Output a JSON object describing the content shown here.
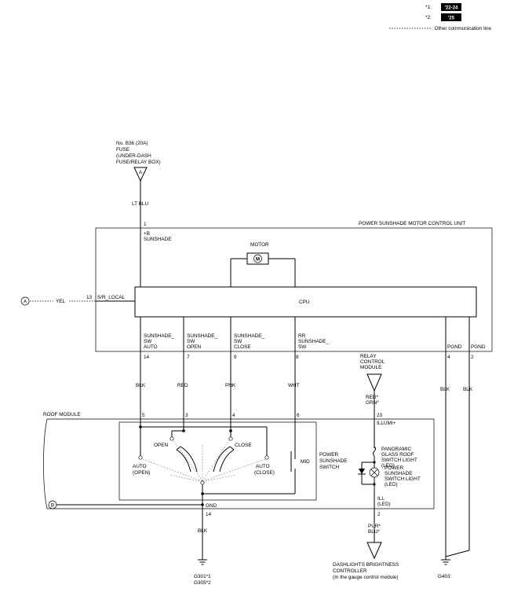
{
  "legend": {
    "items": [
      {
        "key": "*1:",
        "badge": "'22-24"
      },
      {
        "key": "*2:",
        "badge": "'25"
      }
    ],
    "comm_line": ": Other communication line"
  },
  "fuse": {
    "lines": [
      "No. B36 (20A)",
      "FUSE",
      "(UNDER-DASH",
      "FUSE/RELAY BOX)"
    ],
    "connector": "A"
  },
  "wires": {
    "lt_blu": "LT BLU",
    "yel": "YEL",
    "blk": "BLK",
    "red": "RED",
    "pnk": "PNK",
    "wht": "WHT",
    "red_grn": [
      "RED*",
      "GRN*"
    ],
    "pur_blu": [
      "PUR*",
      "BLU*"
    ]
  },
  "control_unit": {
    "title": "POWER SUNSHADE MOTOR CONTROL UNIT",
    "pin1": "1",
    "plus_b": [
      "+B",
      "SUNSHADE"
    ],
    "motor": "MOTOR",
    "motor_symbol": "M",
    "cpu": "CPU",
    "sr_local_pin": "13",
    "sr_local": "S/R_LOCAL",
    "offpage": "A",
    "pins": [
      {
        "lines": [
          "SUNSHADE_",
          "SW",
          "AUTO"
        ],
        "pin": "14"
      },
      {
        "lines": [
          "SUNSHADE_",
          "SW",
          "OPEN"
        ],
        "pin": "7"
      },
      {
        "lines": [
          "SUNSHADE_",
          "SW",
          "CLOSE"
        ],
        "pin": "9"
      },
      {
        "lines": [
          "RR",
          "SUNSHADE_",
          "SW"
        ],
        "pin": "8"
      },
      {
        "lines": [
          "PGND"
        ],
        "pin": "4"
      },
      {
        "lines": [
          "PGND"
        ],
        "pin": "2"
      }
    ]
  },
  "relay": {
    "lines": [
      "RELAY",
      "CONTROL",
      "MODULE"
    ]
  },
  "roof_module": {
    "title": "ROOF MODULE",
    "pins_top": [
      "5",
      "3",
      "4",
      "6"
    ],
    "switch_labels": {
      "open": "OPEN",
      "close": "CLOSE",
      "auto_open": [
        "AUTO",
        "(OPEN)"
      ],
      "auto_close": [
        "AUTO",
        "(CLOSE)"
      ],
      "mid": "MID",
      "name": [
        "POWER",
        "SUNSHADE",
        "SWITCH"
      ]
    },
    "illumi_pin": "23",
    "illumi": "ILLUMI+",
    "led1": [
      "PANORAMIC",
      "GLASS ROOF",
      "SWITCH LIGHT",
      "(LED)"
    ],
    "led2": [
      "POWER",
      "SUNSHADE",
      "SWITCH LIGHT",
      "(LED)"
    ],
    "ill": [
      "ILL",
      "(LED)"
    ],
    "ill_pin": "2",
    "gnd": "GND",
    "gnd_pin": "14",
    "offpage": "B"
  },
  "dashlights": {
    "lines": [
      "DASHLIGHTS BRIGHTNESS",
      "CONTROLLER",
      "(In the gauge control module)"
    ]
  },
  "grounds": {
    "left": [
      "G301*1",
      "G305*2"
    ],
    "right": "G403"
  }
}
